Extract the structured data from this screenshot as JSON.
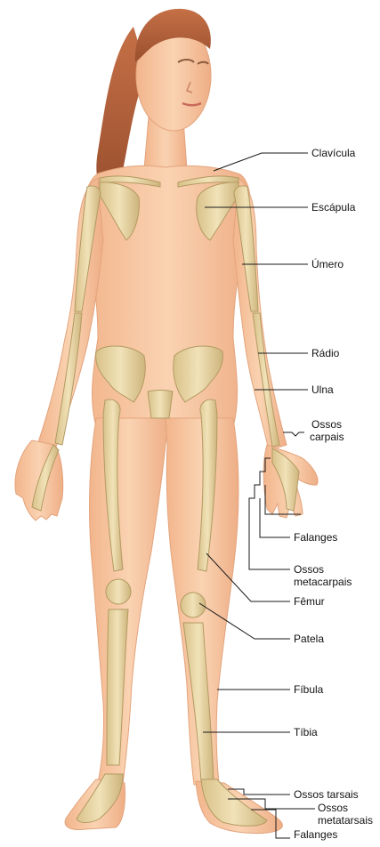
{
  "colors": {
    "skin": "#f6c9a2",
    "skin_shadow": "#e7a47c",
    "bone": "#e9d7a6",
    "bone_shadow": "#c7b07a",
    "hair": "#b4643c",
    "leader_line": "#1a1a1a"
  },
  "labels": {
    "clavicula": "Clavícula",
    "escapula": "Escápula",
    "umero": "Úmero",
    "radio": "Rádio",
    "ulna": "Ulna",
    "ossos_carpais_1": "Ossos",
    "ossos_carpais_2": "carpais",
    "falanges_mao": "Falanges",
    "ossos_metacarpais_1": "Ossos",
    "ossos_metacarpais_2": "metacarpais",
    "femur": "Fêmur",
    "patela": "Patela",
    "fibula": "Fíbula",
    "tibia": "Tíbia",
    "ossos_tarsais": "Ossos tarsais",
    "ossos_metatarsais_1": "Ossos",
    "ossos_metatarsais_2": "metatarsais",
    "falanges_pe": "Falanges"
  }
}
